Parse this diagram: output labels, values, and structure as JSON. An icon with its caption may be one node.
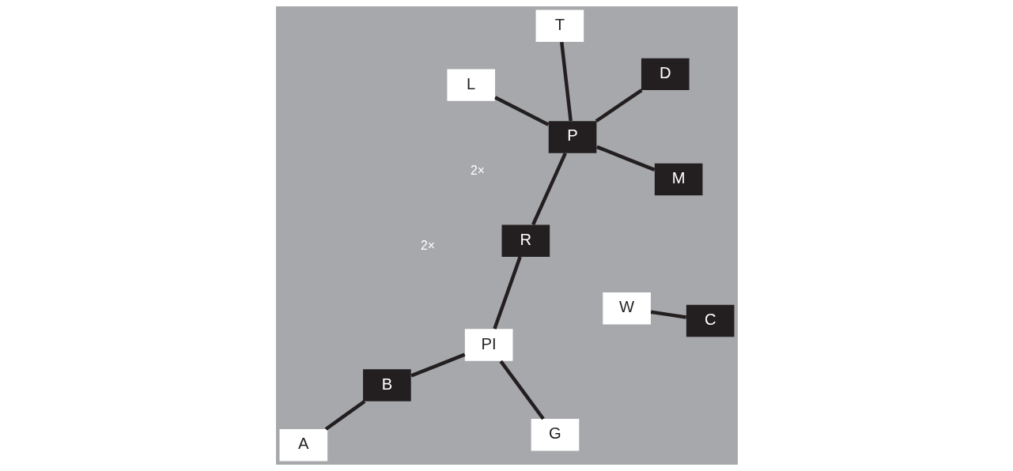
{
  "diagram": {
    "nodes": [
      {
        "text": [
          "L"
        ]
      },
      {
        "text": [
          "D"
        ]
      },
      {
        "text": [
          "G"
        ]
      },
      {
        "text": [
          "P"
        ]
      },
      {
        "text": [
          "T"
        ]
      },
      {
        "text": [
          "W"
        ]
      },
      {
        "text": [
          "PI"
        ]
      },
      {
        "text": [
          "C"
        ]
      },
      {
        "text": [
          "B"
        ]
      },
      {
        "text": [
          "R"
        ]
      },
      {
        "text": [
          "A"
        ]
      },
      {
        "text": [
          "M"
        ]
      }
    ],
    "edges": [
      {
        "from": 0,
        "to": 3,
        "arrow": "none"
      },
      {
        "from": 1,
        "to": 3,
        "arrow": "none"
      },
      {
        "from": 2,
        "to": 6,
        "arrow": "none"
      },
      {
        "from": 4,
        "to": 3,
        "arrow": "none"
      },
      {
        "from": 5,
        "to": 7,
        "arrow": "none"
      },
      {
        "from": 6,
        "to": 8,
        "arrow": "none"
      },
      {
        "from": 9,
        "to": 3,
        "arrow": "none"
      },
      {
        "from": 9,
        "to": 6,
        "arrow": "none"
      },
      {
        "from": 11,
        "to": 3,
        "arrow": "none"
      },
      {
        "from": 10,
        "to": 8,
        "arrow": "none"
      }
    ],
    "labels": [
      "2×",
      "2×"
    ]
  }
}
